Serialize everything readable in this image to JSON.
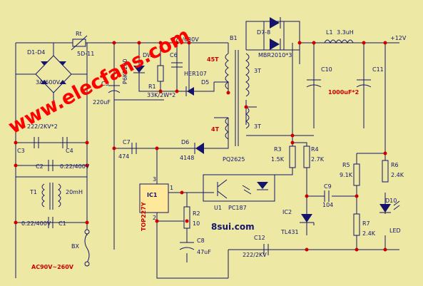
{
  "colors": {
    "background": "#ede8a3",
    "wire": "#14146e",
    "node": "#cc0000",
    "ic_fill": "#ffe89a",
    "watermark": "#ff0000",
    "accent": "#b00000"
  },
  "labels": {
    "rt": "Rt",
    "rt_val": "5D-11",
    "bridge": "D1-D4",
    "bridge_val": "3A/600V",
    "c3c4_val": "222/2KV*2",
    "c3": "C3",
    "c4": "C4",
    "c2": "C2",
    "c2_val": "0.22/400V",
    "t1": "T1",
    "t1_val": "20mH",
    "c1_val": "0.22/400V",
    "c1": "C1",
    "bx": "BX",
    "ac_in": "AC90V~260V",
    "dw": "DW",
    "p6ke": "P6KE200",
    "c6": "C6",
    "c6_val": "472/630V",
    "r1": "R1",
    "r1_val": "33K/2W*2",
    "her": "HER107",
    "d5": "D5",
    "c5": "C5",
    "c5_val": "220uF",
    "b1": "B1",
    "t45": "45T",
    "t4": "4T",
    "t3a": "3T",
    "t3b": "3T",
    "pq": "PQ2625",
    "d78": "D7-8",
    "mbr": "MBR2010*3",
    "l1": "L1",
    "l1_val": "3.3uH",
    "out": "+12V",
    "c10": "C10",
    "c11": "C11",
    "c_out_val": "1000uF*2",
    "c7": "C7",
    "c7_val": "474",
    "d6": "D6",
    "d6_val": "4148",
    "ic1": "IC1",
    "top": "TOP227Y",
    "pin3": "3",
    "pin1": "1",
    "pin2": "2",
    "r2": "R2",
    "r2_val": "10",
    "c8": "C8",
    "c8_val": "47uF",
    "u1": "U1",
    "pc": "PC187",
    "c9": "C9",
    "c9_val": "104",
    "r3": "R3",
    "r3_val": "1.5K",
    "r4": "R4",
    "r4_val": "2.7K",
    "r5": "R5",
    "r5_val": "9.1K",
    "r6": "R6",
    "r6_val": "2.4K",
    "r7": "R7",
    "r7_val": "2.4K",
    "d10": "D10",
    "led": "LED",
    "ic2": "IC2",
    "tl": "TL431",
    "c12": "C12",
    "c12_val": "222/2KV",
    "site": "8sui.com",
    "watermark": "www.elecfans.com"
  }
}
